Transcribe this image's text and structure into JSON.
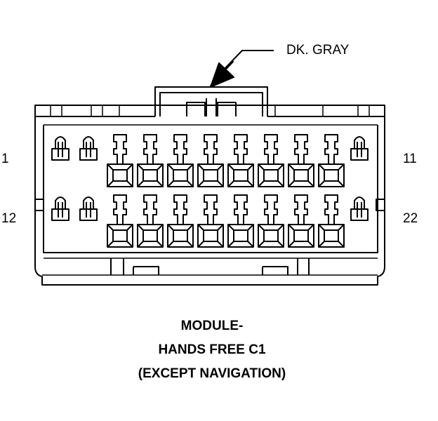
{
  "connector": {
    "color_label": "DK. GRAY",
    "pin_labels": {
      "top_left": "1",
      "top_right": "11",
      "bottom_left": "12",
      "bottom_right": "22"
    }
  },
  "caption": {
    "line1": "MODULE-",
    "line2": "HANDS FREE C1",
    "line3": "(EXCEPT NAVIGATION)"
  },
  "colors": {
    "ink": "#000000",
    "background": "#ffffff"
  }
}
